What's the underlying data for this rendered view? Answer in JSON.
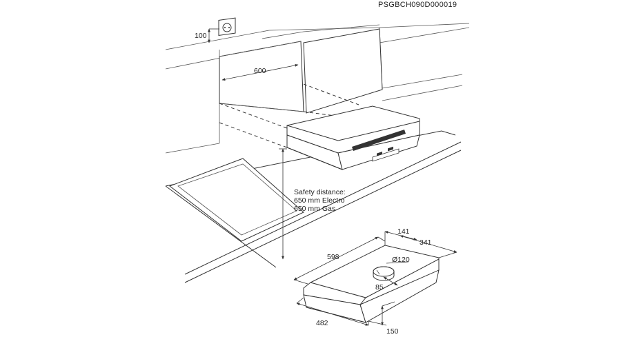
{
  "document_code": "PSGBCH090D000019",
  "dimensions": {
    "socket_height": "100",
    "cabinet_width": "600",
    "hood_width": "598",
    "hood_depth": "341",
    "top_offset": "141",
    "duct_diameter": "Ø120",
    "duct_offset": "85",
    "bottom_width": "482",
    "hood_height": "150"
  },
  "safety": {
    "line1": "Safety distance:",
    "line2": "650 mm Electro",
    "line3": "650 mm Gas"
  }
}
